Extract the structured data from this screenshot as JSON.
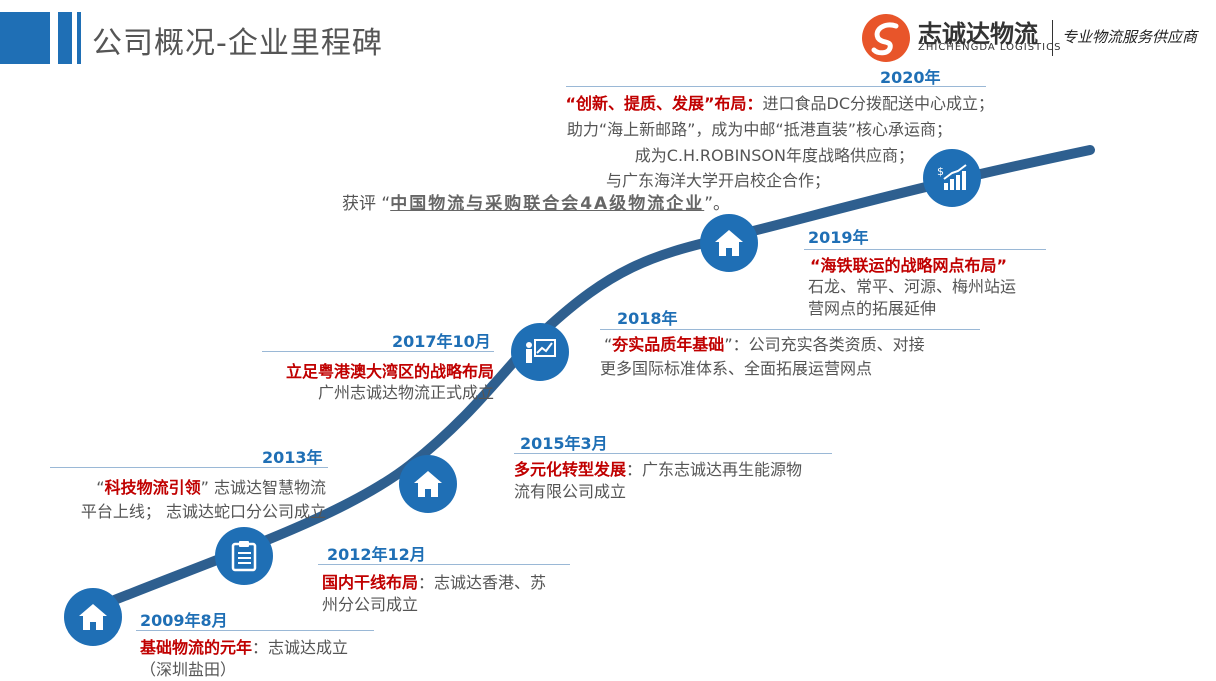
{
  "header": {
    "title": "公司概况-企业里程碑",
    "logo_name": "志诚达物流",
    "logo_en": "ZHICHENGDA LOGISTICS",
    "slogan": "专业物流服务供应商",
    "accent": "#1f6fb5",
    "logo_color": "#e8552a"
  },
  "milestones": [
    {
      "year": "2009年8月",
      "highlight": "基础物流的元年",
      "sep": "：",
      "rest": "志诚达成立",
      "line2": "（深圳盐田）",
      "icon": "house-icon"
    },
    {
      "year": "2012年12月",
      "highlight": "国内干线布局",
      "sep": "：",
      "rest": "志诚达香港、苏",
      "line2": "州分公司成立",
      "icon": "none"
    },
    {
      "year": "2013年",
      "open": "“",
      "highlight": "科技物流引领",
      "close": "”",
      "rest": " 志诚达智慧物流",
      "line2": "平台上线； 志诚达蛇口分公司成立",
      "icon": "clipboard-icon"
    },
    {
      "year": "2015年3月",
      "highlight": "多元化转型发展",
      "sep": "：",
      "rest": "广东志诚达再生能源物",
      "line2": "流有限公司成立",
      "icon": "house-icon"
    },
    {
      "year": "2017年10月",
      "highlight": "立足粤港澳大湾区的战略布局",
      "line2": "广州志诚达物流正式成立",
      "icon": "presentation-icon"
    },
    {
      "year": "2018年",
      "open": "“",
      "highlight": "夯实品质年基础",
      "close": "”",
      "rest": "：公司充实各类资质、对接",
      "line2": "更多国际标准体系、全面拓展运营网点",
      "icon": "none"
    },
    {
      "year": "2019年",
      "highlight": "“海铁联运的战略网点布局”",
      "line2": "石龙、常平、河源、梅州站运",
      "line3": "营网点的拓展延伸",
      "icon": "house-icon"
    },
    {
      "year": "2020年",
      "highlight": "“创新、提质、发展”布局：",
      "rest": "进口食品DC分拨配送中心成立；",
      "line2": "助力“海上新邮路”，成为中邮“抵港直装”核心承运商；",
      "line3": "成为C.H.ROBINSON年度战略供应商；",
      "line4": "与广东海洋大学开启校企合作；",
      "line5_pre": "获评 “",
      "line5_ul": "中国物流与采购联合会4A级物流企业",
      "line5_post": "”。",
      "icon": "growth-chart-icon"
    }
  ]
}
